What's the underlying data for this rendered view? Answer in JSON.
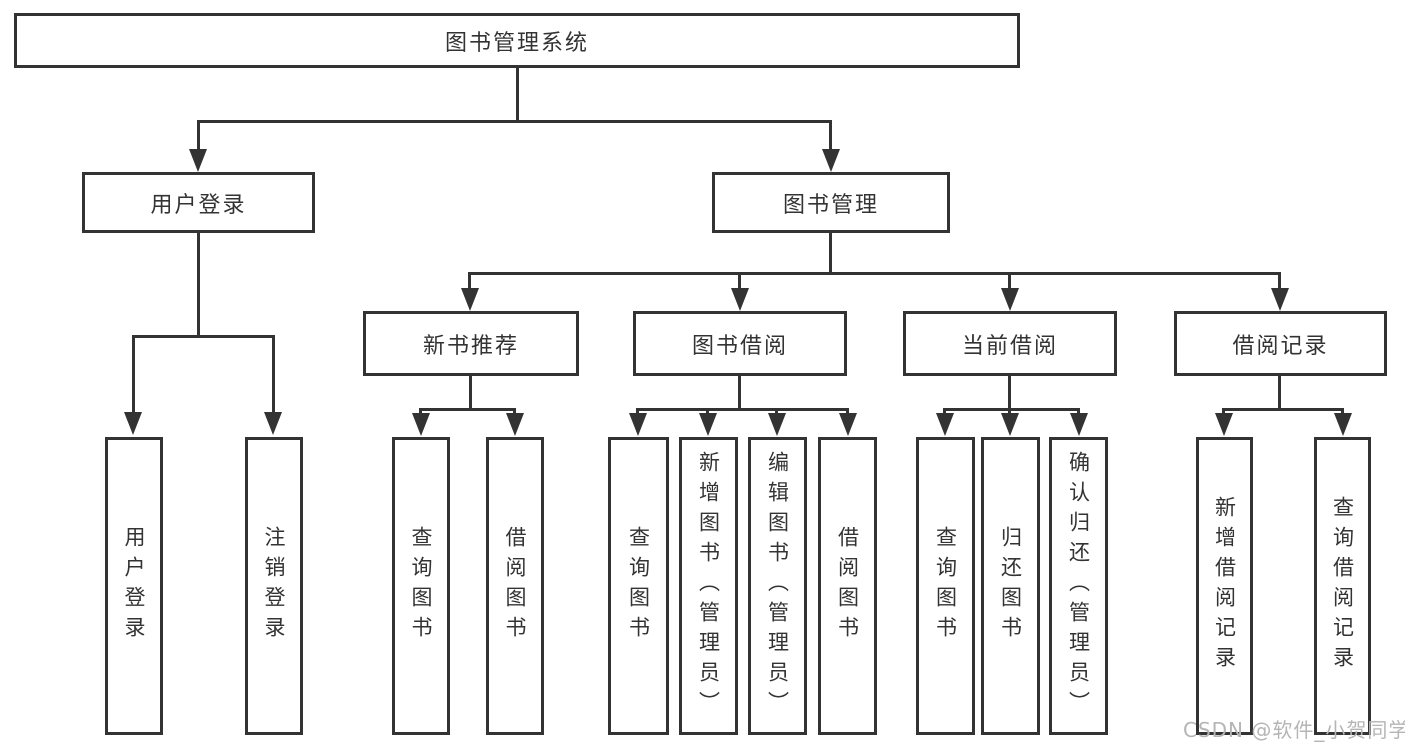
{
  "diagram": {
    "root": {
      "label": "图书管理系统"
    },
    "branches": [
      {
        "label": "用户登录",
        "children": [
          {
            "label": "用户登录"
          },
          {
            "label": "注销登录"
          }
        ]
      },
      {
        "label": "图书管理",
        "children": [
          {
            "label": "新书推荐",
            "children": [
              {
                "label": "查询图书"
              },
              {
                "label": "借阅图书"
              }
            ]
          },
          {
            "label": "图书借阅",
            "children": [
              {
                "label": "查询图书"
              },
              {
                "label": "新增图书（管理员）"
              },
              {
                "label": "编辑图书（管理员）"
              },
              {
                "label": "借阅图书"
              }
            ]
          },
          {
            "label": "当前借阅",
            "children": [
              {
                "label": "查询图书"
              },
              {
                "label": "归还图书"
              },
              {
                "label": "确认归还（管理员）"
              }
            ]
          },
          {
            "label": "借阅记录",
            "children": [
              {
                "label": "新增借阅记录"
              },
              {
                "label": "查询借阅记录"
              }
            ]
          }
        ]
      }
    ]
  },
  "watermark": {
    "text": "CSDN @软件_小贺同学"
  },
  "colors": {
    "line": "#333333",
    "text": "#333333",
    "watermark": "#b5b5b5",
    "background": "#ffffff"
  }
}
